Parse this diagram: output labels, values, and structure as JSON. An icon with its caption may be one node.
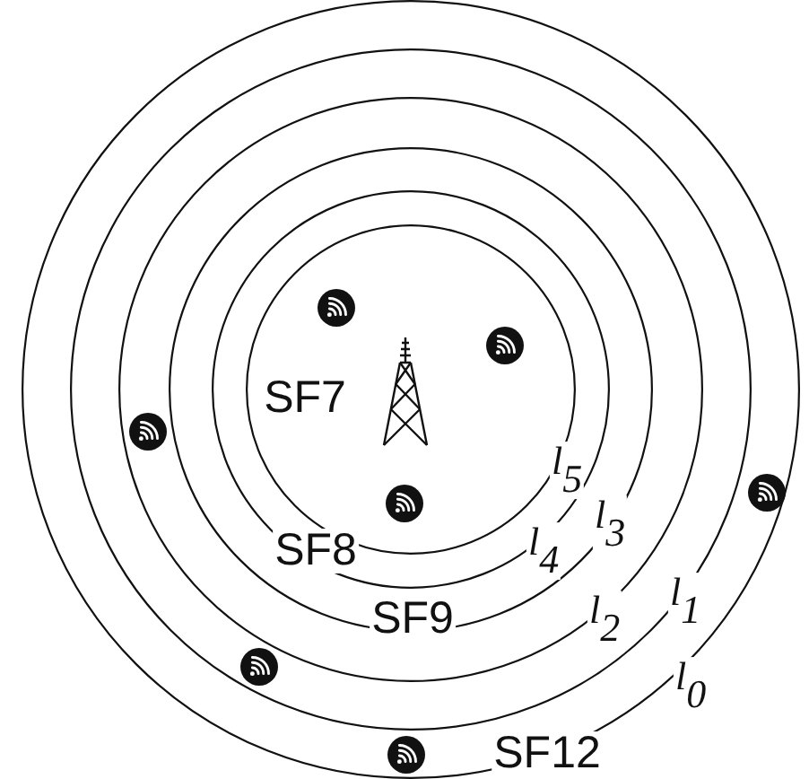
{
  "diagram": {
    "nodes": [
      {
        "text": [
          "SF12",
          "l$_{0}$"
        ]
      },
      {
        "text": [
          "l$_{1}$"
        ],
        "in": 0
      },
      {
        "text": [
          "l$_{2}$"
        ],
        "in": 1
      },
      {
        "text": [
          "SF9",
          "l$_{3}$"
        ],
        "in": 2
      },
      {
        "text": [
          "SF8",
          "l$_{4}$"
        ],
        "in": 3
      },
      {
        "text": [
          "SF7",
          "l$_{5}$"
        ],
        "in": 4
      }
    ]
  }
}
